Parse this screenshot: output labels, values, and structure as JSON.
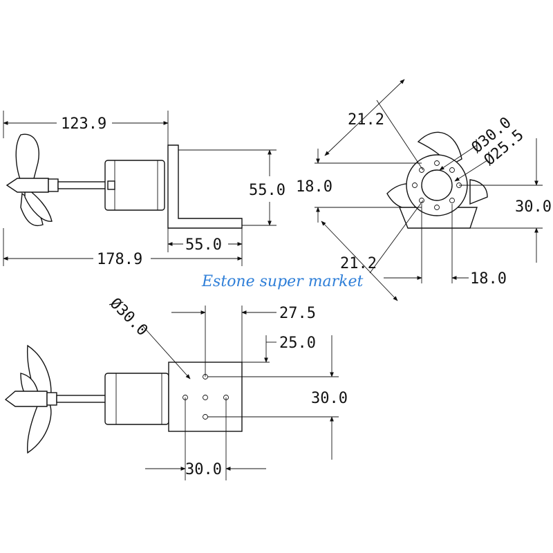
{
  "watermark": "Estone super market",
  "side_view": {
    "overall_prop_length": "123.9",
    "overall_length": "178.9",
    "bracket_height": "55.0",
    "bracket_width": "55.0"
  },
  "front_view": {
    "diagonal_top": "21.2",
    "diagonal_bottom": "21.2",
    "outer_diameter": "Ø30.0",
    "inner_diameter": "Ø25.5",
    "hole_spacing_vertical": "18.0",
    "hole_spacing_horizontal": "18.0",
    "height": "30.0"
  },
  "top_view": {
    "diameter": "Ø30.0",
    "width_right": "27.5",
    "offset": "25.0",
    "height": "30.0",
    "width_bottom": "30.0"
  },
  "colors": {
    "line": "#111111",
    "watermark": "#2f7fd8"
  }
}
